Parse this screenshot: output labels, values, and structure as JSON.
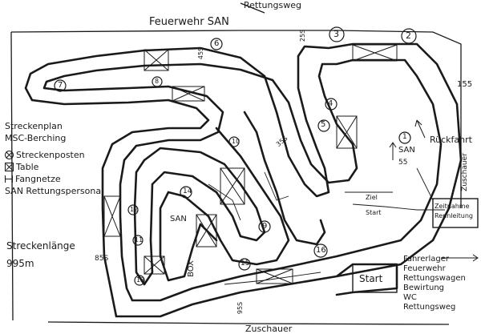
{
  "header": {
    "top_right_note": "Rettungsweg",
    "top_label": "Feuerwehr SAN"
  },
  "legend": {
    "title_line1": "Streckenplan",
    "title_line2": "MSC-Berching",
    "items": [
      {
        "icon": "circle-x-icon",
        "label": "Streckenposten"
      },
      {
        "icon": "box-x-icon",
        "label": "Table"
      },
      {
        "icon": "net-icon",
        "label": "Fangnetze"
      },
      {
        "icon": "",
        "label": "SAN Rettungspersonal"
      }
    ]
  },
  "track_length": {
    "label": "Streckenlänge",
    "value": "995m"
  },
  "posts": [
    "1",
    "2",
    "3",
    "4",
    "5",
    "6",
    "7",
    "8",
    "9",
    "10",
    "11",
    "12",
    "13",
    "14",
    "15",
    "16"
  ],
  "distance_marks": [
    "45S",
    "25S",
    "155",
    "55",
    "85S",
    "95S",
    "35S"
  ],
  "labels": {
    "ruckfahrt": "Rückfahrt",
    "san_right": "SAN",
    "san_mid": "SAN",
    "ziel": "Ziel",
    "start_small": "Start",
    "start_box": "Start",
    "box": "BOX",
    "zeitnahme": "Zeitnahme Rennleitung",
    "zuschauer_side": "Zuschauer",
    "zuschauer_bottom": "Zuschauer"
  },
  "fahrerlager": {
    "lines": [
      "Fahrerlager",
      "Feuerwehr",
      "Rettungswagen",
      "Bewirtung",
      "WC",
      "Rettungsweg"
    ]
  }
}
